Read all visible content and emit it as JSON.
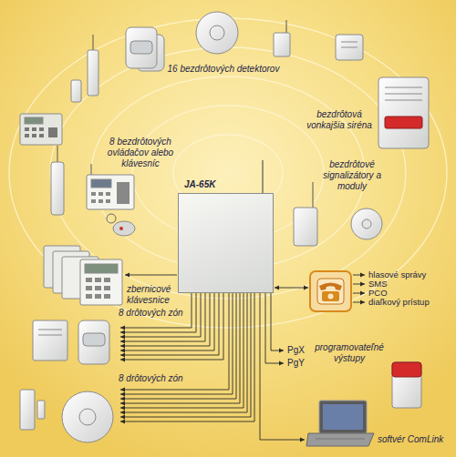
{
  "diagram": {
    "nodes": [
      {
        "text": [
          "JA-65K"
        ]
      }
    ],
    "labels": [
      "16 bezdrôtových detektorov",
      "bezdrôtová vonkajšia siréna",
      "8 bezdrôtových ovládačov alebo klávesníc",
      "bezdrôtové signalizátory a moduly",
      "zbernicové klávesnice",
      "hlasové správy",
      "SMS",
      "PCO",
      "diaľkový prístup",
      "8 drôtových zón",
      "programovateľné výstupy",
      "PgX",
      "PgY",
      "8 drôtových zón",
      "softvér ComLink"
    ]
  }
}
